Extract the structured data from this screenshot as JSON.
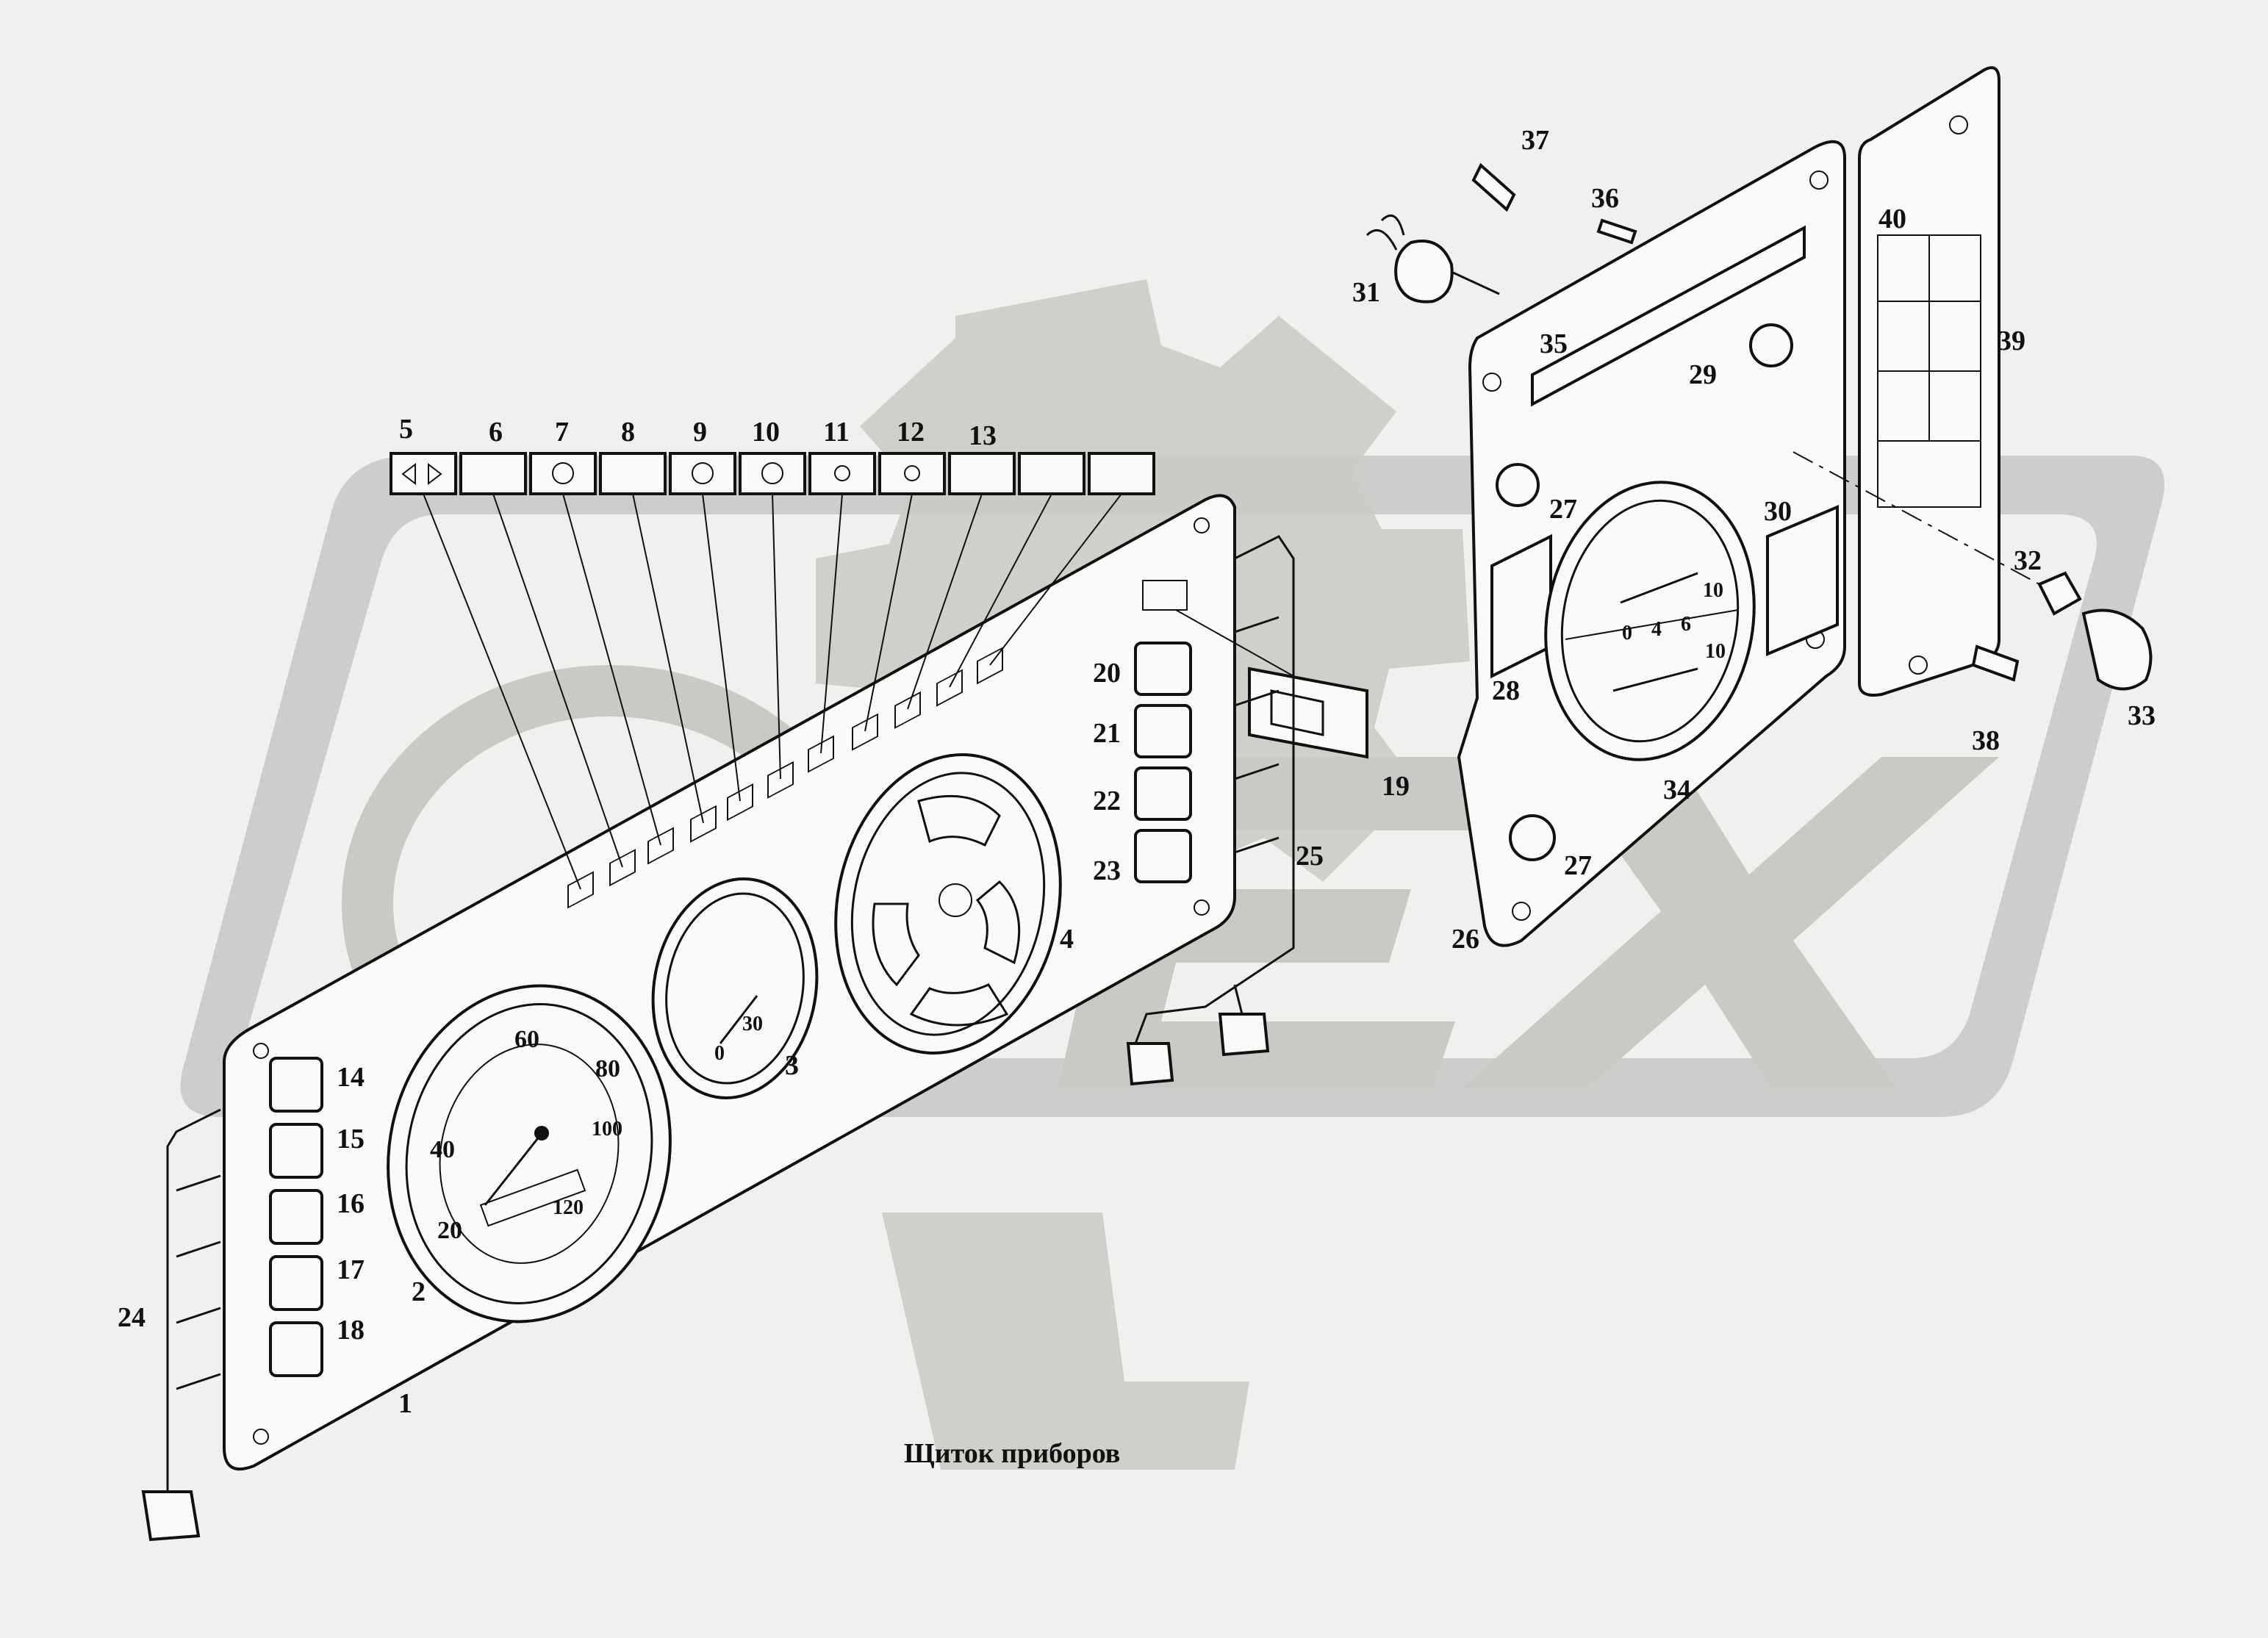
{
  "caption": "Щиток приборов",
  "labels": [
    "1",
    "2",
    "3",
    "4",
    "5",
    "6",
    "7",
    "8",
    "9",
    "10",
    "11",
    "12",
    "13",
    "14",
    "15",
    "16",
    "17",
    "18",
    "19",
    "20",
    "21",
    "22",
    "23",
    "24",
    "25",
    "26",
    "27",
    "28",
    "29",
    "30",
    "31",
    "32",
    "33",
    "34",
    "35",
    "36",
    "37",
    "38",
    "39",
    "40"
  ],
  "speedometer_ticks": [
    "20",
    "40",
    "60",
    "80",
    "100",
    "120"
  ],
  "tachometer_ticks": [
    "0",
    "30"
  ],
  "dual_gauge_upper_ticks": [
    "0",
    "4",
    "6",
    "10"
  ],
  "dual_gauge_lower_ticks": [
    "10"
  ],
  "colors": {
    "background": "#f0f0ee",
    "watermark": "#c9c9c6",
    "ink": "#111111"
  }
}
